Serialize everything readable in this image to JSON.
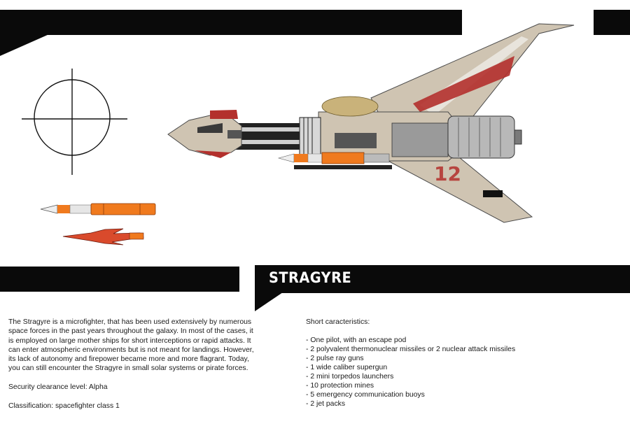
{
  "title": "STRAGYRE",
  "hull_number": "12",
  "description": {
    "paragraph": "The Stragyre is a microfighter, that has been used extensively by numerous space forces in the past years throughout the galaxy. In most of the cases, it is employed on large mother ships for short interceptions or rapid attacks. It can enter atmospheric environments but is not meant for landings. However, its lack of autonomy and firepower became more and more flagrant. Today, you can still encounter the Stragyre in small solar systems or pirate forces.",
    "security": "Security clearance level: Alpha",
    "classification": "Classification: spacefighter class 1"
  },
  "characteristics": {
    "heading": "Short caracteristics:",
    "items": [
      "One pilot, with an escape pod",
      "2 polyvalent thermonuclear missiles or 2 nuclear attack missiles",
      "2 pulse ray guns",
      "1 wide caliber supergun",
      "2 mini torpedos launchers",
      "10 protection mines",
      "5 emergency communication buoys",
      "2 jet packs"
    ]
  },
  "colors": {
    "band": "#0a0a0a",
    "hull": "#cfc4b2",
    "accent_red": "#b3302c",
    "missile_orange": "#f07a1e"
  }
}
